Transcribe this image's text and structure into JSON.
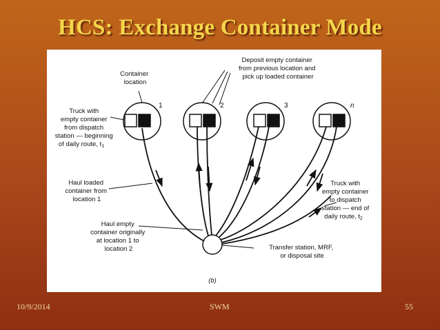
{
  "slide": {
    "title": "HCS: Exchange Container Mode",
    "footer_date": "10/9/2014",
    "footer_center": "SWM",
    "footer_page": "55"
  },
  "diagram": {
    "container_location_label": [
      "Container",
      "location"
    ],
    "deposit_label": [
      "Deposit empty container",
      "from previous location and",
      "pick up loaded container"
    ],
    "truck_start_label": [
      "Truck with",
      "empty container",
      "from dispatch",
      "station — beginning",
      "of daily route, t",
      "1"
    ],
    "haul_loaded_label": [
      "Haul loaded",
      "container from",
      "location 1"
    ],
    "haul_empty_label": [
      "Haul empty",
      "container originally",
      "at location 1 to",
      "location 2"
    ],
    "truck_end_label": [
      "Truck with",
      "empty container",
      "to dispatch",
      "station — end of",
      "daily route, t",
      "2"
    ],
    "transfer_label": [
      "Transfer station, MRF,",
      "or disposal site"
    ],
    "location_numbers": [
      "1",
      "2",
      "3",
      "n"
    ],
    "caption": "(b)",
    "colors": {
      "ink": "#111111",
      "paper": "#ffffff",
      "loaded_container": "#111111"
    }
  }
}
